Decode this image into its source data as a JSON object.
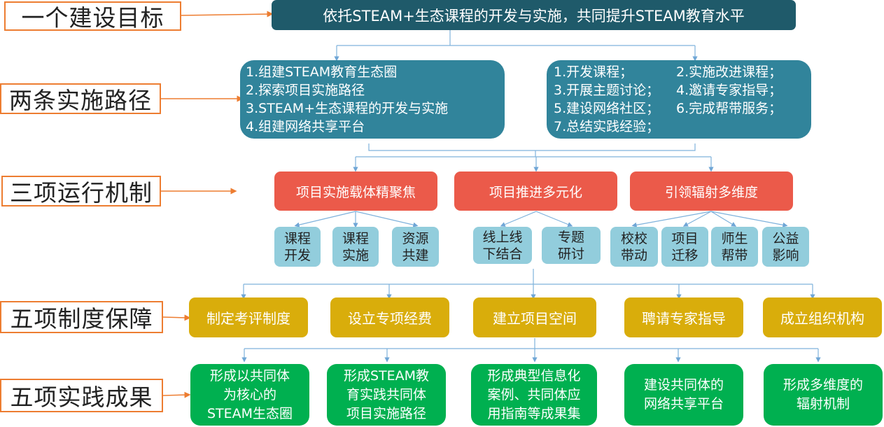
{
  "categories": {
    "goal_label": "一个建设目标",
    "path_label": "两条实施路径",
    "mechanism_label": "三项运行机制",
    "guarantee_label": "五项制度保障",
    "result_label": "五项实践成果"
  },
  "goal": {
    "text": "依托STEAM+生态课程的开发与实施，共同提升STEAM教育水平"
  },
  "paths": {
    "left": {
      "lines": [
        "1.组建STEAM教育生态圈",
        "2.探索项目实施路径",
        "3.STEAM+生态课程的开发与实施",
        "4.组建网络共享平台"
      ]
    },
    "right": {
      "rows": [
        [
          "1.开发课程；",
          "2.实施改进课程；"
        ],
        [
          "3.开展主题讨论；",
          "4.邀请专家指导；"
        ],
        [
          "5.建设网络社区；",
          "6.完成帮带服务；"
        ],
        [
          "7.总结实践经验；",
          ""
        ]
      ]
    }
  },
  "mechanisms": [
    {
      "title": "项目实施载体精聚焦",
      "subs": [
        [
          "课程",
          "开发"
        ],
        [
          "课程",
          "实施"
        ],
        [
          "资源",
          "共建"
        ]
      ]
    },
    {
      "title": "项目推进多元化",
      "subs": [
        [
          "线上线",
          "下结合"
        ],
        [
          "专题",
          "研讨"
        ]
      ]
    },
    {
      "title": "引领辐射多维度",
      "subs": [
        [
          "校校",
          "带动"
        ],
        [
          "项目",
          "迁移"
        ],
        [
          "师生",
          "帮带"
        ],
        [
          "公益",
          "影响"
        ]
      ]
    }
  ],
  "guarantees": [
    "制定考评制度",
    "设立专项经费",
    "建立项目空间",
    "聘请专家指导",
    "成立组织机构"
  ],
  "results": [
    [
      "形成以共同体",
      "为核心的",
      "STEAM生态圈"
    ],
    [
      "形成STEAM教",
      "育实践共同体",
      "项目实施路径"
    ],
    [
      "形成典型信息化",
      "案例、共同体应",
      "用指南等成果集"
    ],
    [
      "建设共同体的",
      "网络共享平台"
    ],
    [
      "形成多维度的",
      "辐射机制"
    ]
  ],
  "colors": {
    "label_border": "#ed7d31",
    "goal": "#1f5a6a",
    "path": "#31849b",
    "mechanism": "#eb5a4a",
    "sub": "#92cddc",
    "guarantee": "#d9ad0b",
    "result": "#00b050",
    "connector": "#7fb2dc"
  }
}
